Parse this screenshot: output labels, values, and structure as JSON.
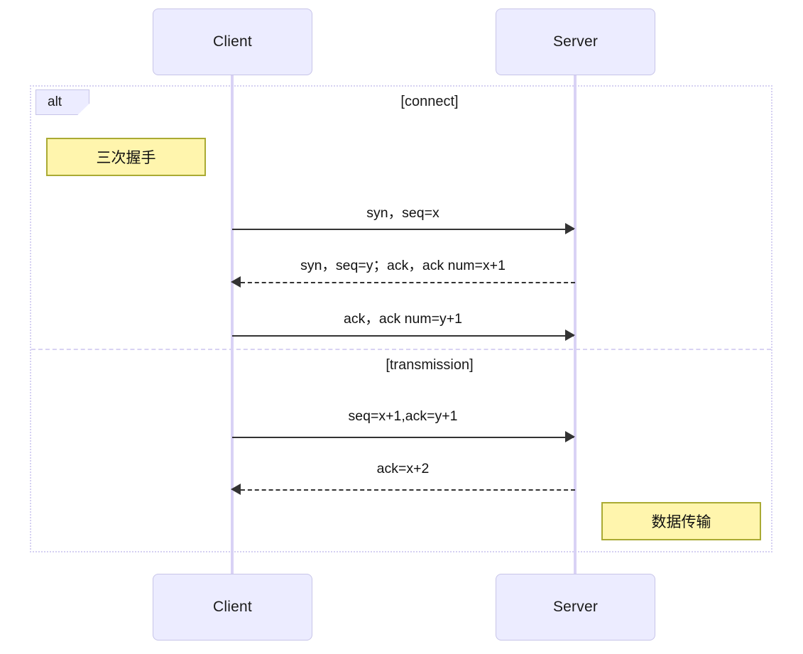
{
  "diagram": {
    "type": "uml-sequence-diagram",
    "participants": [
      {
        "id": "client",
        "label": "Client"
      },
      {
        "id": "server",
        "label": "Server"
      }
    ],
    "fragment": {
      "operator": "alt",
      "sections": [
        {
          "condition": "[connect]"
        },
        {
          "condition": "[transmission]"
        }
      ]
    },
    "notes": [
      {
        "id": "note-handshake",
        "text": "三次握手"
      },
      {
        "id": "note-transfer",
        "text": "数据传输"
      }
    ],
    "messages": [
      {
        "id": "msg-1",
        "label": "syn，seq=x",
        "from": "client",
        "to": "server",
        "style": "solid"
      },
      {
        "id": "msg-2",
        "label": "syn，seq=y；ack，ack num=x+1",
        "from": "server",
        "to": "client",
        "style": "dashed"
      },
      {
        "id": "msg-3",
        "label": "ack，ack num=y+1",
        "from": "client",
        "to": "server",
        "style": "solid"
      },
      {
        "id": "msg-4",
        "label": "seq=x+1,ack=y+1",
        "from": "client",
        "to": "server",
        "style": "solid"
      },
      {
        "id": "msg-5",
        "label": "ack=x+2",
        "from": "server",
        "to": "client",
        "style": "dashed"
      }
    ],
    "colors": {
      "participant_fill": "#ECECFF",
      "participant_border": "#C7C4E8",
      "lifeline": "#D9D2F5",
      "frame_border": "#D5D0F2",
      "note_fill": "#FFF5AD",
      "note_border": "#AAAA33",
      "message_line": "#333333",
      "text": "#111111"
    }
  }
}
